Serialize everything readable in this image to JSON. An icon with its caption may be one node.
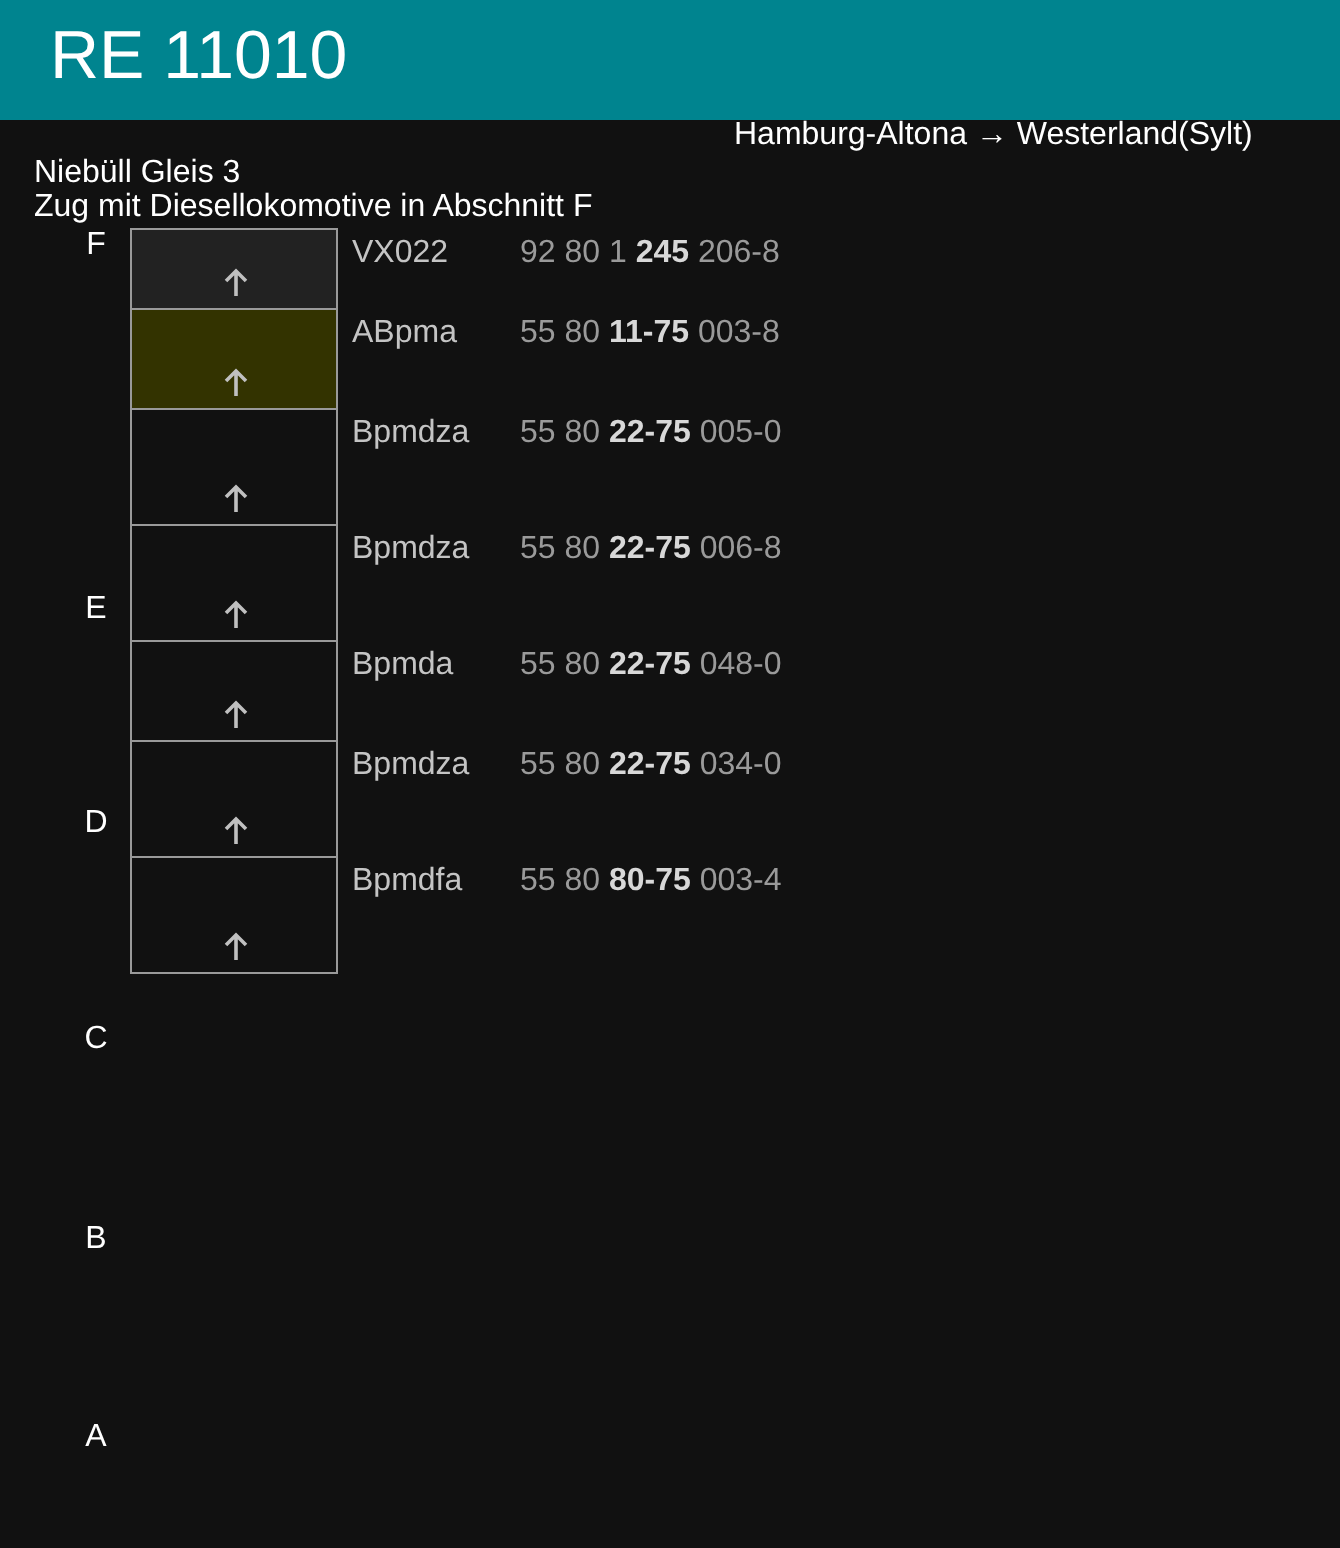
{
  "diagram": {
    "title": "RE 11010",
    "nodes": [
      {
        "text": [],
        "shape": "box",
        "beside": [
          "VX022",
          "92 80 1 **245** 206-8"
        ]
      },
      {
        "text": [],
        "shape": "box",
        "beside": [
          "ABpma",
          "55 80 **11-75** 003-8"
        ]
      },
      {
        "text": [],
        "shape": "box",
        "beside": [
          "Bpmdza",
          "55 80 **22-75** 005-0"
        ]
      },
      {
        "text": [],
        "shape": "box",
        "beside": [
          "Bpmdza",
          "55 80 **22-75** 006-8"
        ]
      },
      {
        "text": [],
        "shape": "box",
        "beside": [
          "Bpmda",
          "55 80 **22-75** 048-0"
        ]
      },
      {
        "text": [],
        "shape": "box",
        "beside": [
          "Bpmdza",
          "55 80 **22-75** 034-0"
        ]
      },
      {
        "text": [],
        "shape": "box",
        "beside": [
          "Bpmdfa",
          "55 80 **80-75** 003-4"
        ]
      }
    ],
    "labels": [
      "Hamburg-Altona → Westerland(Sylt)",
      "Niebüll Gleis 3",
      "Zug mit Diesellokomotive in Abschnitt F",
      "F",
      "E",
      "D",
      "C",
      "B",
      "A"
    ]
  }
}
